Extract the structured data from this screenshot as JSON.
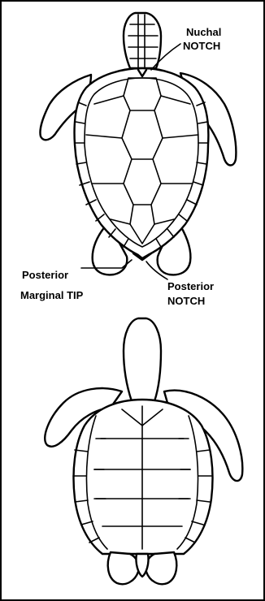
{
  "labels": {
    "nuchal_line1": "Nuchal",
    "nuchal_line2": "NOTCH",
    "posterior_marginal_line1": "Posterior",
    "posterior_marginal_line2": "Marginal TIP",
    "posterior_notch_line1": "Posterior",
    "posterior_notch_line2": "NOTCH"
  },
  "colors": {
    "ink": "#000000",
    "paper": "#ffffff"
  }
}
